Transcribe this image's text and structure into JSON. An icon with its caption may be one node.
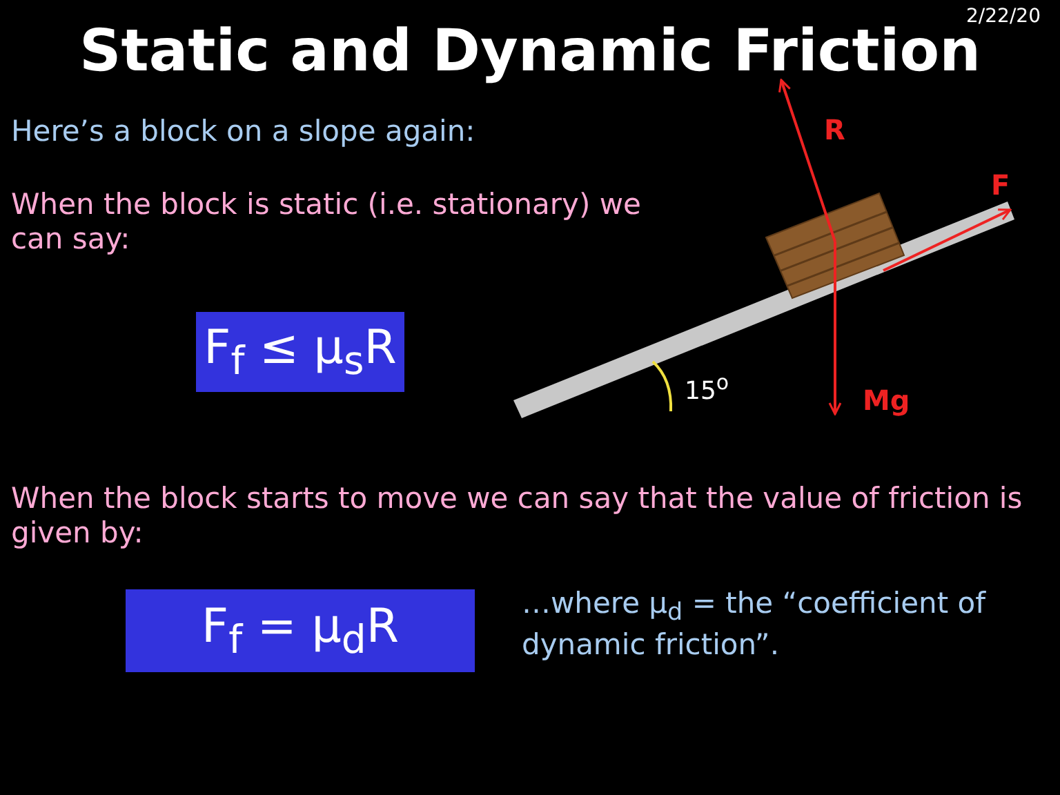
{
  "diagram": {
    "title": "Static and Dynamic Friction",
    "nodes": [
      {
        "text": [
          "F$_{f}$ ≤ μ$_{s}$R"
        ]
      },
      {
        "text": [
          "F$_{f}$ = μ$_{d}$R"
        ]
      }
    ],
    "labels": [
      "2/22/20",
      "Here’s a block on a slope again:",
      "When the block is static (i.e. stationary) we can say:",
      "R",
      "F",
      "15$^{o}$",
      "Mg",
      "When the block starts to move we can say that the value of friction is given by:",
      "…where μ$_{d}$ = the “coefficient of dynamic friction”."
    ]
  }
}
